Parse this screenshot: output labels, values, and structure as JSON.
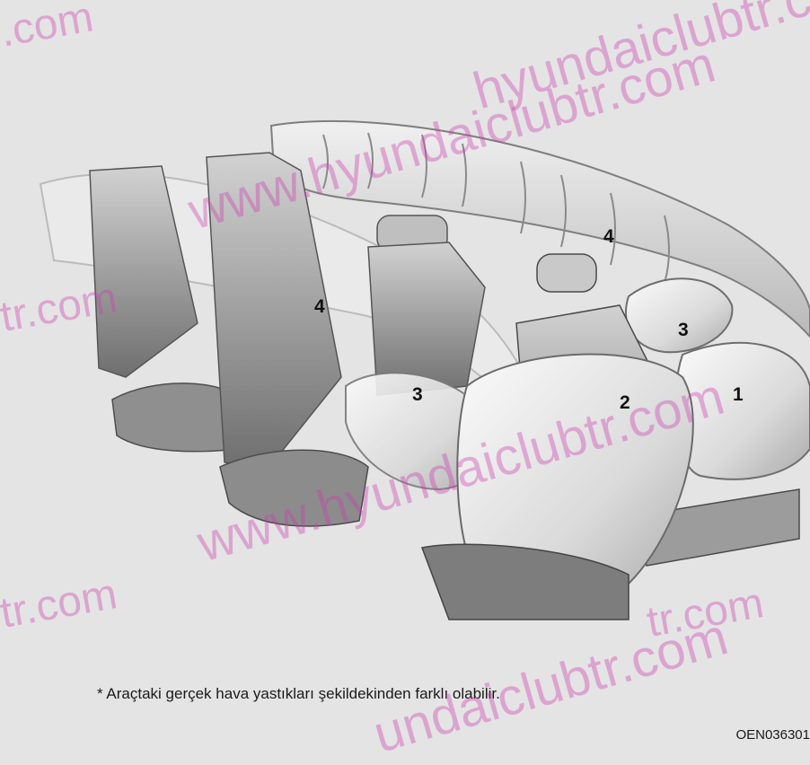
{
  "callouts": {
    "front_driver": "1",
    "front_passenger": "2",
    "side_front": "3",
    "side_rear": "3",
    "curtain_front": "4",
    "curtain_rear": "4"
  },
  "caption": "* Araçtaki gerçek hava yastıkları şekildekinden farklı olabilir.",
  "image_code": "OEN036301",
  "watermark": {
    "site": "www.hyundaiclubtr.com",
    "fragments": [
      "hyundaiclubtr.com",
      ".com",
      "tr.com",
      "tr.com",
      "tr.com",
      "undaiclubtr.com"
    ],
    "color": "#cd3caf"
  }
}
